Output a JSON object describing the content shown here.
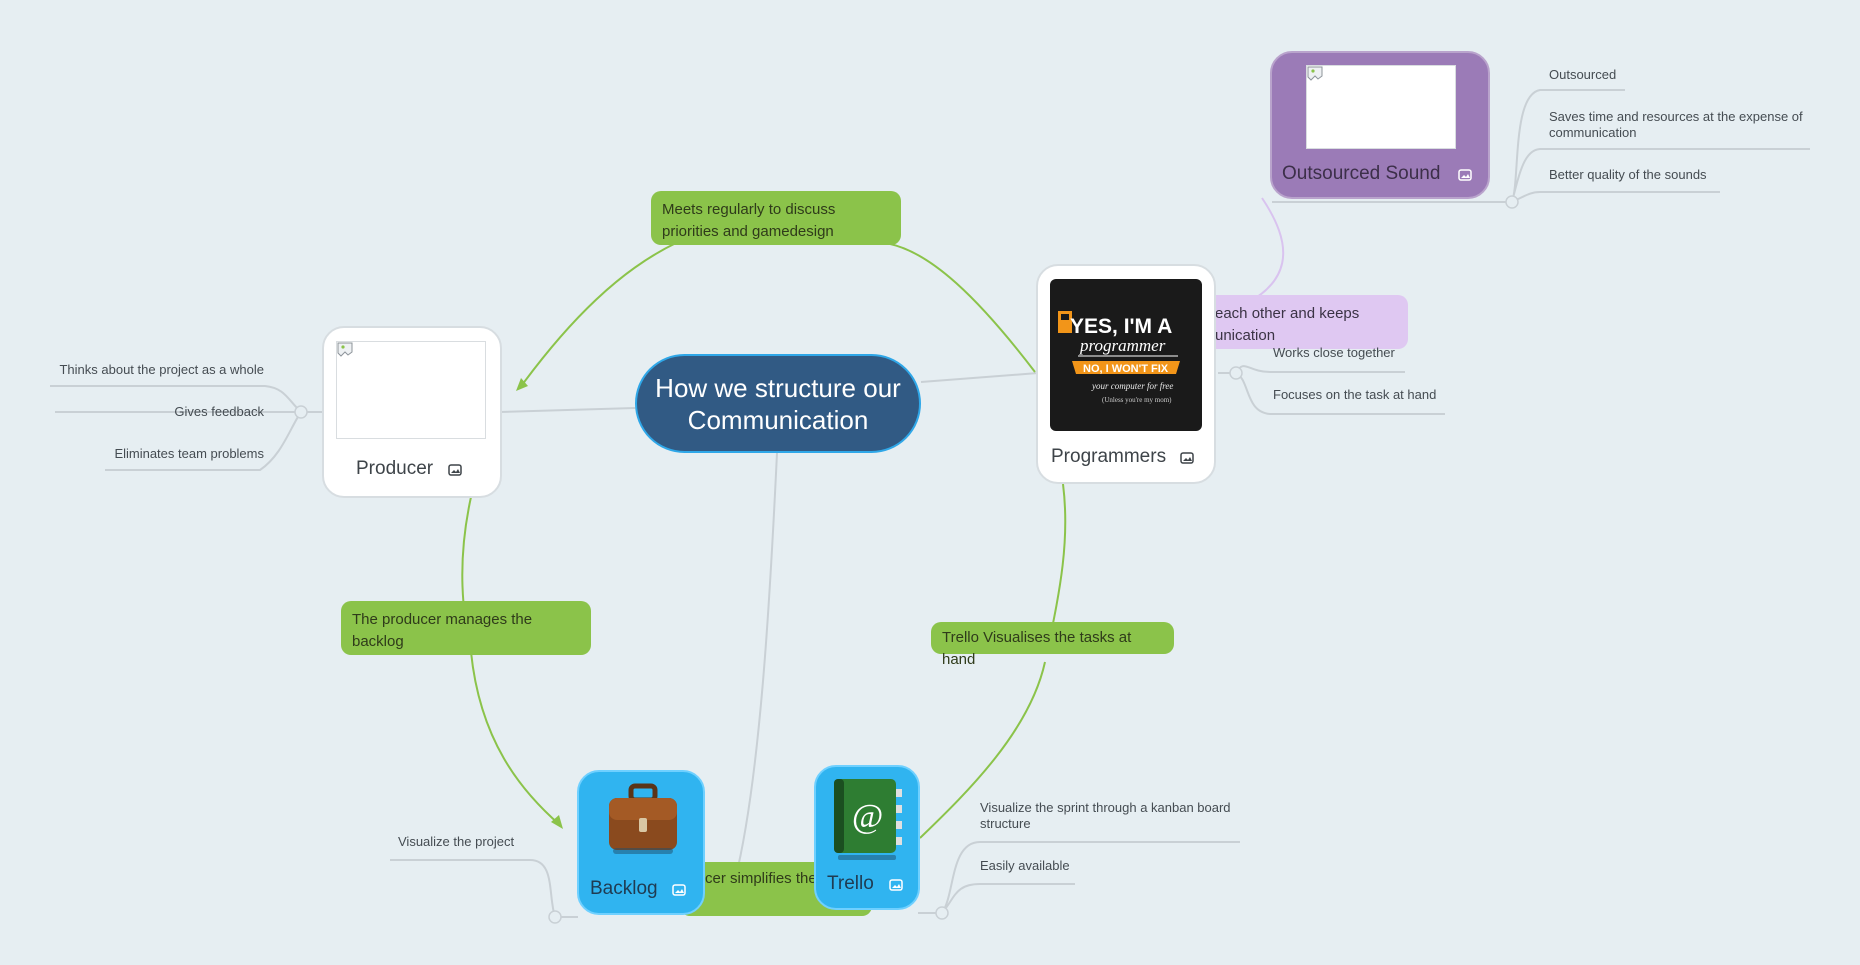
{
  "center": {
    "title": "How we structure our Communication"
  },
  "nodes": {
    "producer": {
      "title": "Producer"
    },
    "programmers": {
      "title": "Programmers"
    },
    "outsourced_sound": {
      "title": "Outsourced Sound"
    },
    "backlog": {
      "title": "Backlog"
    },
    "trello": {
      "title": "Trello"
    }
  },
  "relations": {
    "producer_programmers": "Meets regularly to discuss priorities and gamedesign",
    "programmers_sound": "each other and keeps unication",
    "producer_backlog": "The producer manages the backlog",
    "programmers_trello": "Trello Visualises the tasks at hand",
    "backlog_trello": "cer simplifies the"
  },
  "leaves": {
    "producer": [
      "Thinks about the project as a whole",
      "Gives feedback",
      "Eliminates team problems"
    ],
    "programmers": [
      "Works close together",
      "Focuses on the task at hand"
    ],
    "outsourced_sound": [
      "Outsourced",
      "Saves time and resources at the expense of communication",
      "Better quality of the sounds"
    ],
    "backlog": [
      "Visualize the project"
    ],
    "trello": [
      "Visualize the sprint through a kanban board structure",
      "Easily available"
    ]
  },
  "poster": {
    "line1": "YES, I'M A",
    "line2": "programmer",
    "line3": "NO, I WON'T FIX",
    "line4": "your computer for free",
    "line5": "(Unless you're my mom)"
  },
  "trello_glyph": "@",
  "colors": {
    "background": "#e6eef2",
    "center": "#315a84",
    "green": "#8bc34a",
    "lilac": "#dfc8f2",
    "purple": "#9b7bb7",
    "blue": "#30b4f0"
  }
}
